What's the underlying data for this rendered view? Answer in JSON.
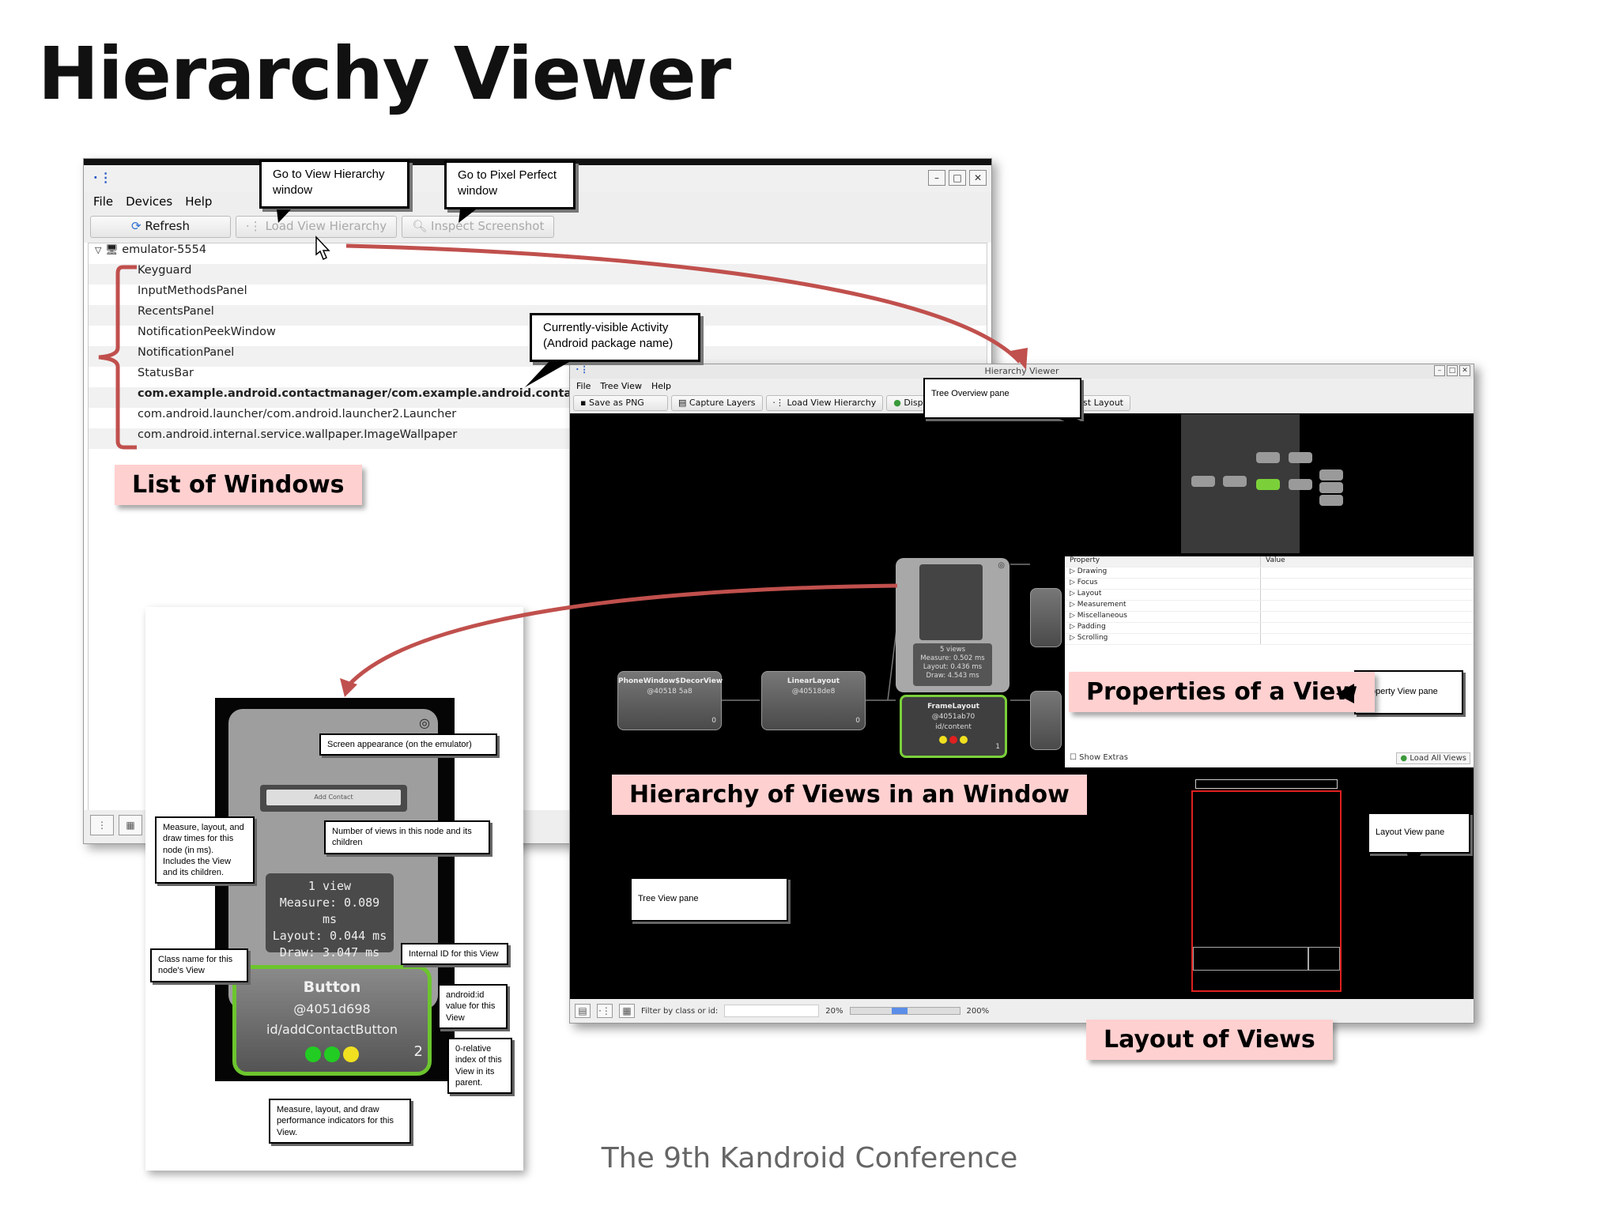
{
  "slide": {
    "title": "Hierarchy Viewer",
    "footer": "The 9th Kandroid Conference"
  },
  "devices_window": {
    "menu": [
      "File",
      "Devices",
      "Help"
    ],
    "toolbar": {
      "refresh": "Refresh",
      "load_view_hierarchy": "Load View Hierarchy",
      "inspect_screenshot": "Inspect Screenshot"
    },
    "device": "emulator-5554",
    "windows": [
      "Keyguard",
      "InputMethodsPanel",
      "RecentsPanel",
      "NotificationPeekWindow",
      "NotificationPanel",
      "StatusBar",
      "com.example.android.contactmanager/com.example.android.contactmanager.ContactManager",
      "com.android.launcher/com.android.launcher2.Launcher",
      "com.android.internal.service.wallpaper.ImageWallpaper"
    ],
    "selected_index": 6
  },
  "callouts": {
    "goto_hierarchy": "Go to View Hierarchy\nwindow",
    "goto_pixel": "Go to Pixel Perfect\nwindow",
    "current_activity": "Currently-visible Activity\n(Android package name)",
    "tree_overview": "Tree Overview pane",
    "property_view": "Property View pane",
    "layout_view": "Layout View pane",
    "tree_view": "Tree View pane"
  },
  "labels": {
    "list_of_windows": "List of Windows",
    "properties_of_view": "Properties of a View",
    "hierarchy_of_views": "Hierarchy of Views in an Window",
    "layout_of_views": "Layout of Views"
  },
  "hierarchy_window": {
    "title": "Hierarchy Viewer",
    "menu": [
      "File",
      "Tree View",
      "Help"
    ],
    "toolbar": {
      "save_png": "Save as PNG",
      "capture_layers": "Capture Layers",
      "load_view_hierarchy": "Load View Hierarchy",
      "display": "Display",
      "request_layout": "Request Layout"
    },
    "properties_header": {
      "key": "Property",
      "value": "Value"
    },
    "properties": [
      "Drawing",
      "Focus",
      "Layout",
      "Measurement",
      "Miscellaneous",
      "Padding",
      "Scrolling"
    ],
    "show_extras": "Show Extras",
    "load_all_views": "Load All Views",
    "filter_label": "Filter by class or id:",
    "zoom_min": "20%",
    "zoom_max": "200%",
    "nodes": {
      "decor": {
        "name": "PhoneWindow$DecorView",
        "id": "@40518 5a8",
        "index": "0"
      },
      "linear": {
        "name": "LinearLayout",
        "id": "@40518de8",
        "index": "0"
      },
      "frame": {
        "name": "FrameLayout",
        "id": "@4051ab70",
        "rid": "id/content",
        "index": "1"
      },
      "preview_stats": "5 views\nMeasure: 0.502 ms\nLayout: 0.436 ms\nDraw: 4.543 ms"
    }
  },
  "zoom_panel": {
    "stats": [
      "1 view",
      "Measure: 0.089 ms",
      "Layout: 0.044 ms",
      "Draw: 3.047 ms"
    ],
    "node_class": "Button",
    "node_hash": "@4051d698",
    "node_id": "id/addContactButton",
    "node_index": "2",
    "add_contact": "Add Contact",
    "callouts": {
      "screen_appearance": "Screen appearance (on the emulator)",
      "num_views": "Number of views in this node and its children",
      "measure_times": "Measure, layout, and draw times for this node (in ms). Includes the View and its children.",
      "class_name": "Class name for this node's View",
      "internal_id": "Internal ID for this View",
      "android_id": "android:id value for this View",
      "relative_index": "0-relative index of this View in its parent.",
      "performance": "Measure, layout, and draw performance indicators for this View."
    }
  },
  "colors": {
    "accent_label_bg": "#ffd0d0",
    "arrow": "#c0504d",
    "selected_node": "#7bd03a",
    "dot_green": "#22cc22",
    "dot_yellow": "#f0e020",
    "dot_red": "#e02020"
  }
}
